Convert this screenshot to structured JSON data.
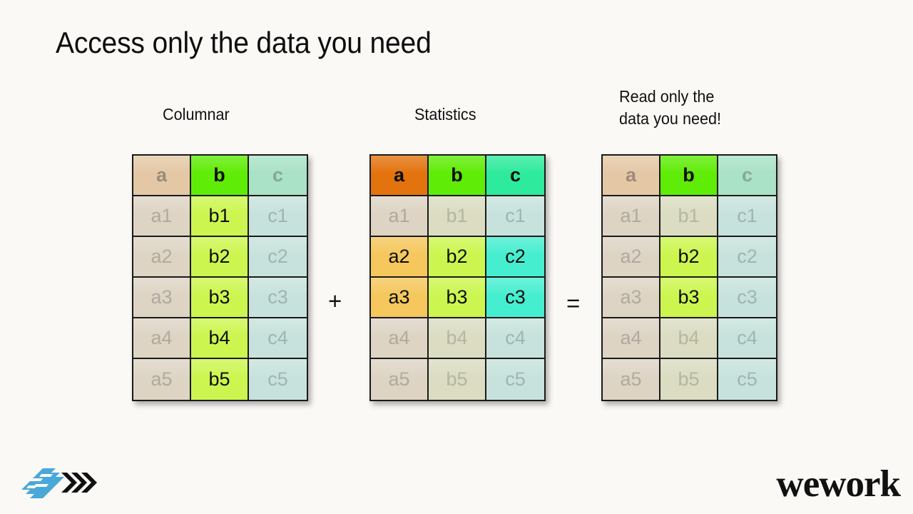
{
  "slide": {
    "title": "Access only the data you need",
    "background_color": "#faf9f6"
  },
  "panels": {
    "columnar": {
      "caption": "Columnar"
    },
    "statistics": {
      "caption": "Statistics"
    },
    "result": {
      "caption": "Read only the\ndata you need!"
    }
  },
  "operators": {
    "plus": "+",
    "equals": "="
  },
  "palette": {
    "header_a_active": "#e3730d",
    "header_b_active": "#5fec06",
    "header_c_active": "#2eea9c",
    "cell_a_active": "#f5c75c",
    "cell_b_active": "#ccf64f",
    "cell_c_active": "#46eed0",
    "header_a_faded": "#e4c8a6",
    "header_b_faded": "#a9e2c2",
    "header_c_faded": "#a9e2c6",
    "cell_a_faded": "#ddd4c4",
    "cell_b_faded": "#dbdcc2",
    "cell_c_faded": "#c7e2dc",
    "border": "#1a1a1a"
  },
  "tables": {
    "columnar": {
      "headers": [
        "a",
        "b",
        "c"
      ],
      "rows": [
        [
          "a1",
          "b1",
          "c1"
        ],
        [
          "a2",
          "b2",
          "c2"
        ],
        [
          "a3",
          "b3",
          "c3"
        ],
        [
          "a4",
          "b4",
          "c4"
        ],
        [
          "a5",
          "b5",
          "c5"
        ]
      ]
    },
    "statistics": {
      "headers": [
        "a",
        "b",
        "c"
      ],
      "rows": [
        [
          "a1",
          "b1",
          "c1"
        ],
        [
          "a2",
          "b2",
          "c2"
        ],
        [
          "a3",
          "b3",
          "c3"
        ],
        [
          "a4",
          "b4",
          "c4"
        ],
        [
          "a5",
          "b5",
          "c5"
        ]
      ]
    },
    "result": {
      "headers": [
        "a",
        "b",
        "c"
      ],
      "rows": [
        [
          "a1",
          "b1",
          "c1"
        ],
        [
          "a2",
          "b2",
          "c2"
        ],
        [
          "a3",
          "b3",
          "c3"
        ],
        [
          "a4",
          "b4",
          "c4"
        ],
        [
          "a5",
          "b5",
          "c5"
        ]
      ]
    }
  },
  "branding": {
    "wordmark": "wework",
    "logo_icon": "parquet-chevrons-icon",
    "logo_color": "#4aa8d8"
  }
}
